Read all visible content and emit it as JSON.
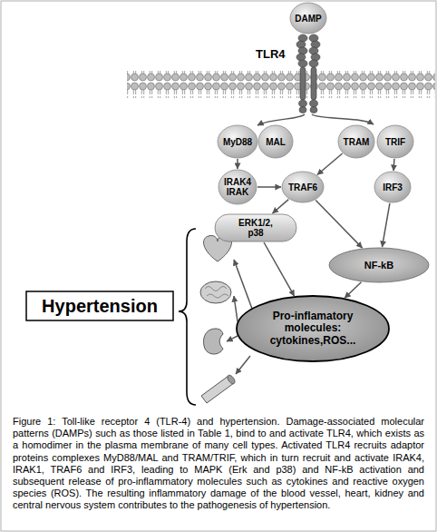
{
  "diagram": {
    "caption": "Figure 1: Toll-like receptor 4 (TLR-4) and hypertension. Damage-associated molecular patterns (DAMPs) such as those listed in Table 1, bind to and activate TLR4, which exists as a homodimer in the plasma membrane of many cell types. Activated TLR4 recruits adaptor proteins complexes MyD88/MAL and TRAM/TRIF, which in turn recruit and activate IRAK4, IRAK1, TRAF6 and IRF3, leading to MAPK (Erk and p38) and NF-kB activation and subsequent release of pro-inflammatory molecules such as cytokines and reactive oxygen species (ROS). The resulting inflammatory damage of the blood vessel, heart, kidney and central nervous system contributes to the pathogenesis of hypertension.",
    "nodes": [
      {
        "text": [
          "DAMP"
        ]
      },
      {
        "text": [
          "MyD88"
        ]
      },
      {
        "text": [
          "MAL"
        ]
      },
      {
        "text": [
          "TRAM"
        ]
      },
      {
        "text": [
          "TRIF"
        ]
      },
      {
        "text": [
          "IRAK4 IRAK"
        ]
      },
      {
        "text": [
          "TRAF6"
        ]
      },
      {
        "text": [
          "IRF3"
        ]
      },
      {
        "text": [
          "ERK1/2, p38"
        ]
      },
      {
        "text": [
          "NF-kB"
        ]
      },
      {
        "text": [
          "Pro-inflamatory molecules: cytokines,ROS..."
        ]
      },
      {
        "text": [
          "Hypertension"
        ]
      }
    ],
    "edges": [
      {
        "from": 1,
        "to": 5,
        "arrow": "to"
      },
      {
        "from": 5,
        "to": 6,
        "arrow": "to"
      },
      {
        "from": 3,
        "to": 6,
        "arrow": "to"
      },
      {
        "from": 4,
        "to": 7,
        "arrow": "to"
      },
      {
        "from": 6,
        "to": 8,
        "arrow": "to"
      },
      {
        "from": 6,
        "to": 9,
        "arrow": "to"
      },
      {
        "from": 7,
        "to": 9,
        "arrow": "to"
      },
      {
        "from": 8,
        "to": 10,
        "arrow": "to"
      },
      {
        "from": 9,
        "to": 10,
        "arrow": "to"
      }
    ],
    "labels": [
      "TLR4"
    ]
  }
}
